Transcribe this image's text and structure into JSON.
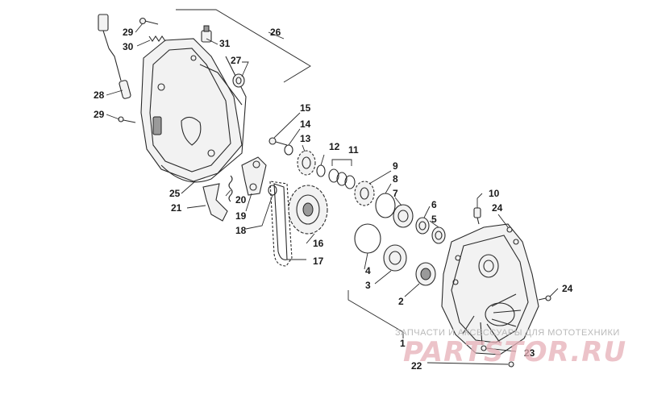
{
  "callouts": [
    {
      "id": "c1",
      "text": "1"
    },
    {
      "id": "c2",
      "text": "2"
    },
    {
      "id": "c3",
      "text": "3"
    },
    {
      "id": "c4",
      "text": "4"
    },
    {
      "id": "c5",
      "text": "5"
    },
    {
      "id": "c6",
      "text": "6"
    },
    {
      "id": "c7",
      "text": "7"
    },
    {
      "id": "c8",
      "text": "8"
    },
    {
      "id": "c9",
      "text": "9"
    },
    {
      "id": "c10",
      "text": "10"
    },
    {
      "id": "c11",
      "text": "11"
    },
    {
      "id": "c12",
      "text": "12"
    },
    {
      "id": "c13",
      "text": "13"
    },
    {
      "id": "c14",
      "text": "14"
    },
    {
      "id": "c15",
      "text": "15"
    },
    {
      "id": "c16",
      "text": "16"
    },
    {
      "id": "c17",
      "text": "17"
    },
    {
      "id": "c18",
      "text": "18"
    },
    {
      "id": "c19",
      "text": "19"
    },
    {
      "id": "c20",
      "text": "20"
    },
    {
      "id": "c21",
      "text": "21"
    },
    {
      "id": "c22",
      "text": "22"
    },
    {
      "id": "c23",
      "text": "23"
    },
    {
      "id": "c24a",
      "text": "24"
    },
    {
      "id": "c24b",
      "text": "24"
    },
    {
      "id": "c25",
      "text": "25"
    },
    {
      "id": "c26",
      "text": "26"
    },
    {
      "id": "c27",
      "text": "27"
    },
    {
      "id": "c28",
      "text": "28"
    },
    {
      "id": "c29a",
      "text": "29"
    },
    {
      "id": "c29b",
      "text": "29"
    },
    {
      "id": "c30",
      "text": "30"
    },
    {
      "id": "c31",
      "text": "31"
    }
  ],
  "watermark": {
    "tagline": "ЗАПЧАСТИ И АКСЕССУАРЫ ДЛЯ МОТОТЕХНИКИ",
    "site": "PARTSTOR.RU"
  }
}
